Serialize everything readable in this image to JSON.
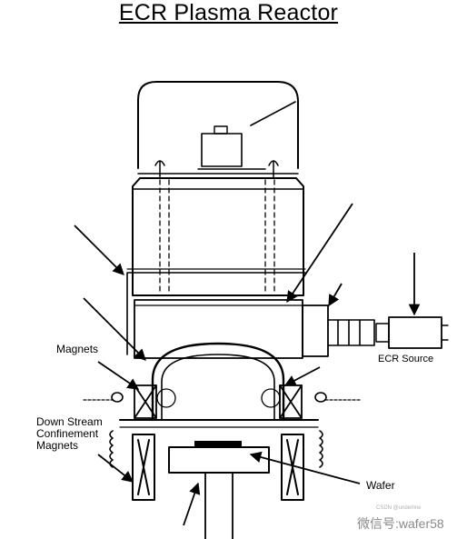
{
  "title": "ECR Plasma Reactor",
  "labels": {
    "magnets": "Magnets",
    "down_stream_line1": "Down Stream",
    "down_stream_line2": "Confinement",
    "down_stream_line3": "Magnets",
    "ecr_source": "ECR Source",
    "wafer": "Wafer"
  },
  "watermark": "微信号:wafer58",
  "watermark_small": "CSDN @underline"
}
